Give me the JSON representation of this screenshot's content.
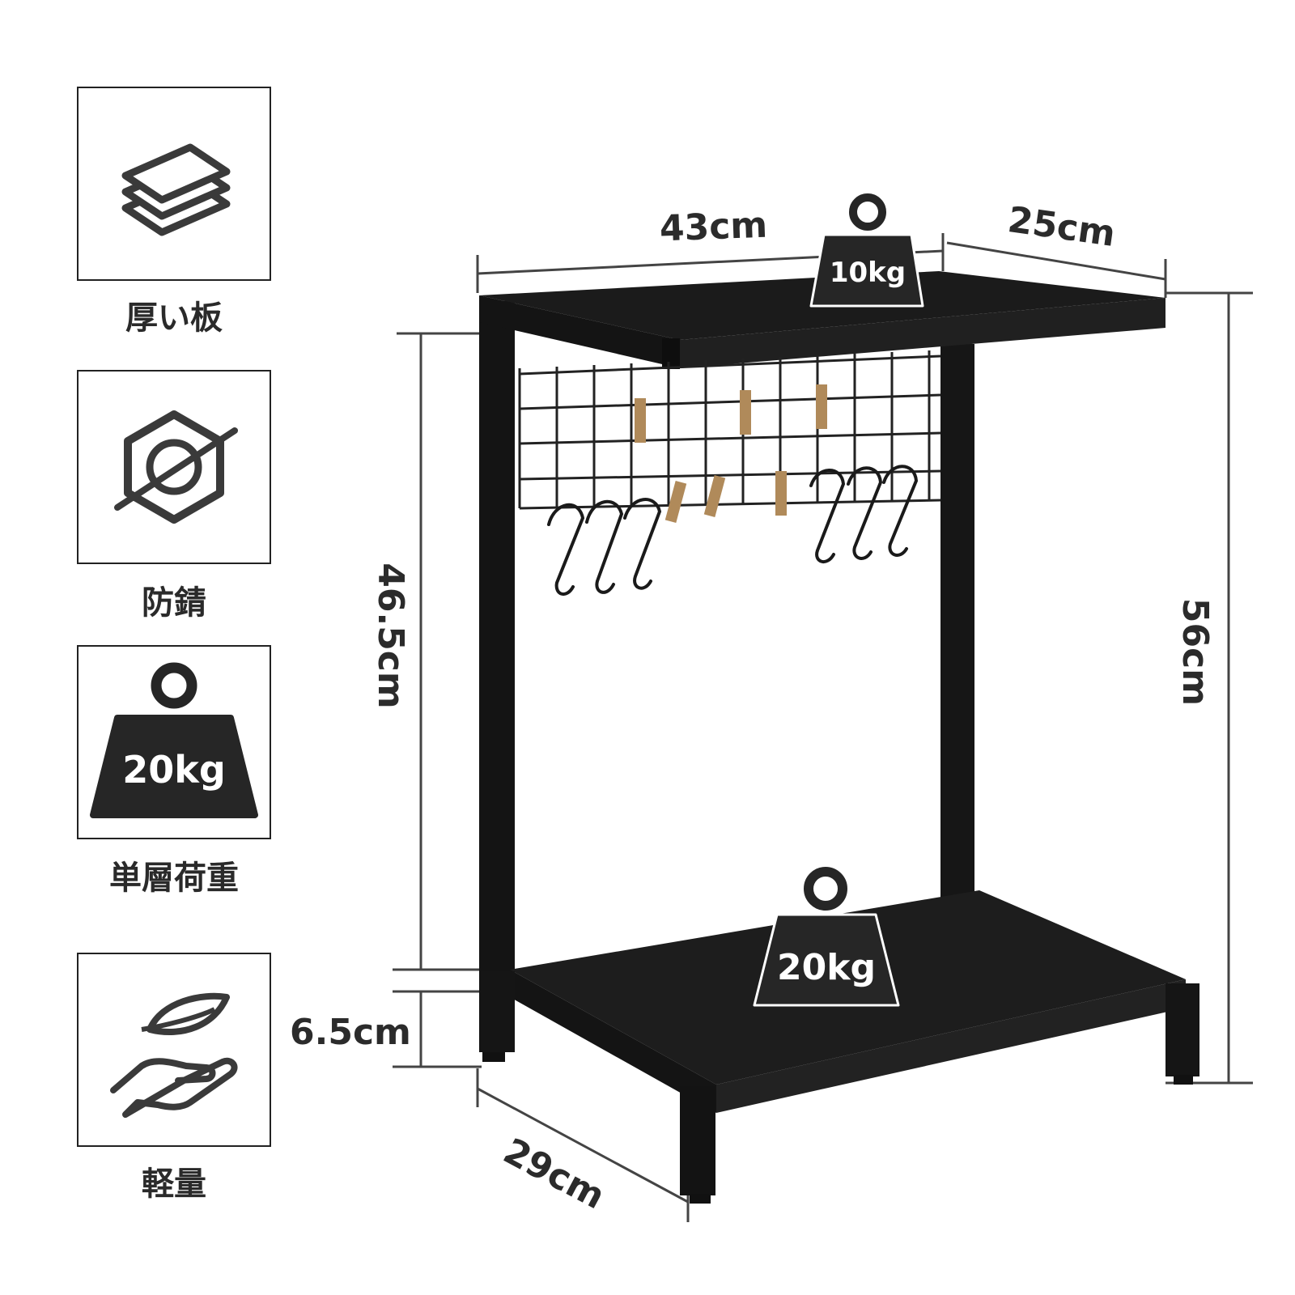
{
  "features": [
    {
      "label": "厚い板",
      "icon": "stacked-boards-icon"
    },
    {
      "label": "防錆",
      "icon": "anti-rust-icon"
    },
    {
      "label": "単層荷重",
      "icon": "weight-icon",
      "badge": "20kg"
    },
    {
      "label": "軽量",
      "icon": "hand-leaf-icon"
    }
  ],
  "dimensions": {
    "width": "43cm",
    "depth_top": "25cm",
    "height_inner": "46.5cm",
    "height_total": "56cm",
    "leg_height": "6.5cm",
    "depth_bottom": "29cm"
  },
  "loads": {
    "top_shelf": "10kg",
    "bottom_shelf": "20kg"
  },
  "colors": {
    "frame": "#161616",
    "shelf": "#1e1e1e",
    "clip": "#b08a5a",
    "line": "#333333"
  }
}
